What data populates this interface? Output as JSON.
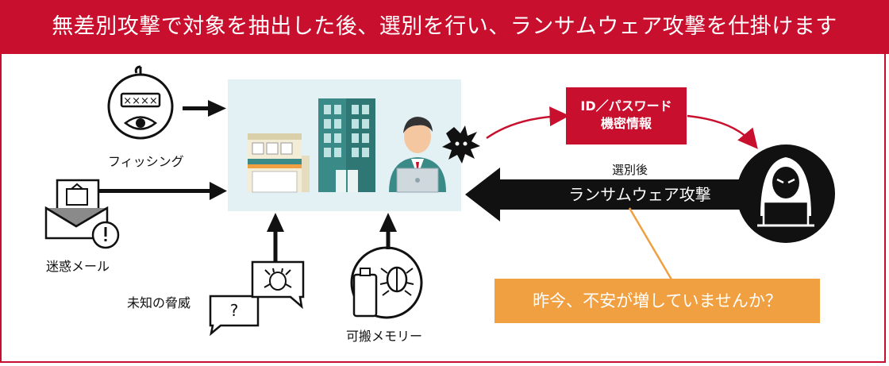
{
  "header": {
    "title": "無差別攻撃で対象を抽出した後、選別を行い、ランサムウェア攻撃を仕掛けます"
  },
  "threats": {
    "phishing": "フィッシング",
    "spam": "迷惑メール",
    "unknown": "未知の脅威",
    "removable": "可搬メモリー"
  },
  "stolen": {
    "line1": "ID／パスワード",
    "line2": "機密情報"
  },
  "attack": {
    "selected": "選別後",
    "ransomware": "ランサムウェア攻撃"
  },
  "callout": {
    "text": "昨今、不安が増していませんか？"
  },
  "colors": {
    "brand": "#c8102e",
    "callout": "#f0a040",
    "office_bg": "#e3f1f5",
    "building": "#3a8b88"
  }
}
